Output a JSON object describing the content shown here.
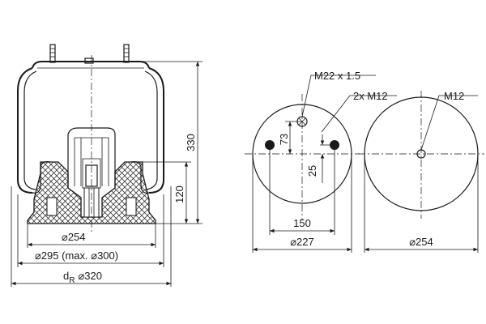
{
  "labels": {
    "dia_254_left": "⌀254",
    "dia_295": "⌀295 (max. ⌀300)",
    "dr_320_prefix": "d",
    "dr_320_sub": "R",
    "dr_320_value": "⌀320",
    "height_330": "330",
    "height_120": "120",
    "thread_m22": "M22 x 1.5",
    "thread_2xm12": "2x M12",
    "thread_m12": "M12",
    "dim_73": "73",
    "dim_25": "25",
    "dim_150": "150",
    "dia_227": "⌀227",
    "dia_254_right": "⌀254"
  }
}
